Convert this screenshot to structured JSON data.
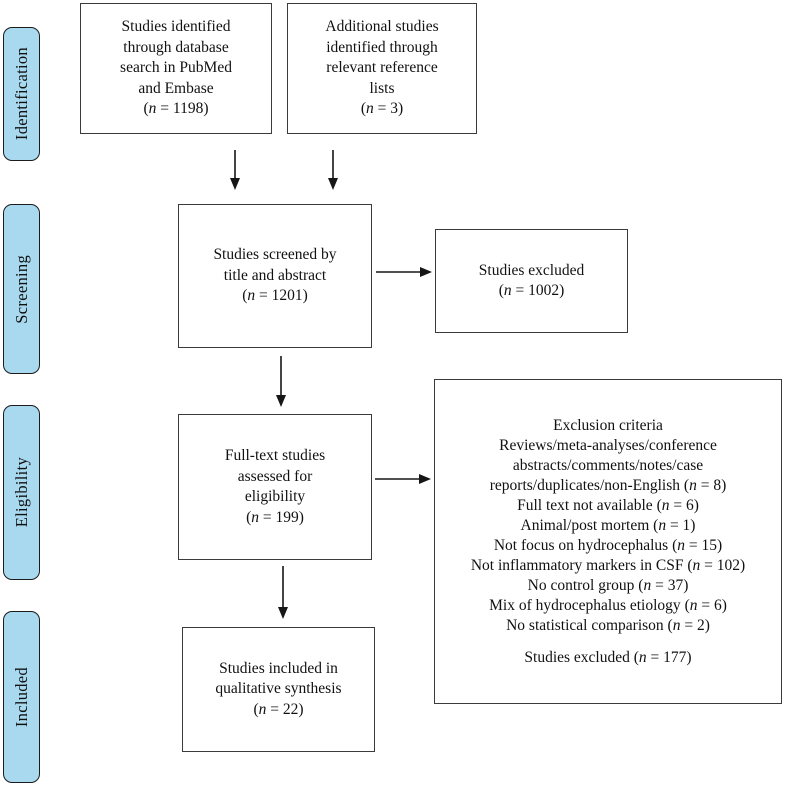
{
  "colors": {
    "stage_fill": "#a8d9ef",
    "stroke": "#1c1c1c",
    "text": "#111111"
  },
  "stages": [
    {
      "label": "Identification"
    },
    {
      "label": "Screening"
    },
    {
      "label": "Eligibility"
    },
    {
      "label": "Included"
    }
  ],
  "boxes": {
    "identified_db": {
      "lines": [
        "Studies identified",
        "through database",
        "search in PubMed",
        "and Embase"
      ],
      "n": "1198"
    },
    "identified_refs": {
      "lines": [
        "Additional studies",
        "identified through",
        "relevant reference",
        "lists"
      ],
      "n": "3"
    },
    "screened": {
      "lines": [
        "Studies screened by",
        "title and abstract"
      ],
      "n": "1201"
    },
    "excluded_screening": {
      "lines": [
        "Studies excluded"
      ],
      "n": "1002"
    },
    "fulltext_assessed": {
      "lines": [
        "Full-text studies",
        "assessed for",
        "eligibility"
      ],
      "n": "199"
    },
    "exclusion_criteria": {
      "lines": [
        {
          "text": "Exclusion criteria"
        },
        {
          "text": "Reviews/meta-analyses/conference"
        },
        {
          "text": "abstracts/comments/notes/case"
        },
        {
          "text": "reports/duplicates/non-English",
          "n": "8"
        },
        {
          "text": "Full text not available",
          "n": "6"
        },
        {
          "text": "Animal/post mortem",
          "n": "1"
        },
        {
          "text": "Not focus on hydrocephalus",
          "n": "15"
        },
        {
          "text": "Not inflammatory markers in CSF",
          "n": "102"
        },
        {
          "text": "No control group",
          "n": "37"
        },
        {
          "text": "Mix of hydrocephalus etiology",
          "n": "6"
        },
        {
          "text": "No statistical comparison",
          "n": "2"
        },
        {
          "text": ""
        },
        {
          "text": "Studies excluded",
          "n": "177"
        }
      ]
    },
    "included_qualitative": {
      "lines": [
        "Studies included in",
        "qualitative synthesis"
      ],
      "n": "22"
    }
  }
}
